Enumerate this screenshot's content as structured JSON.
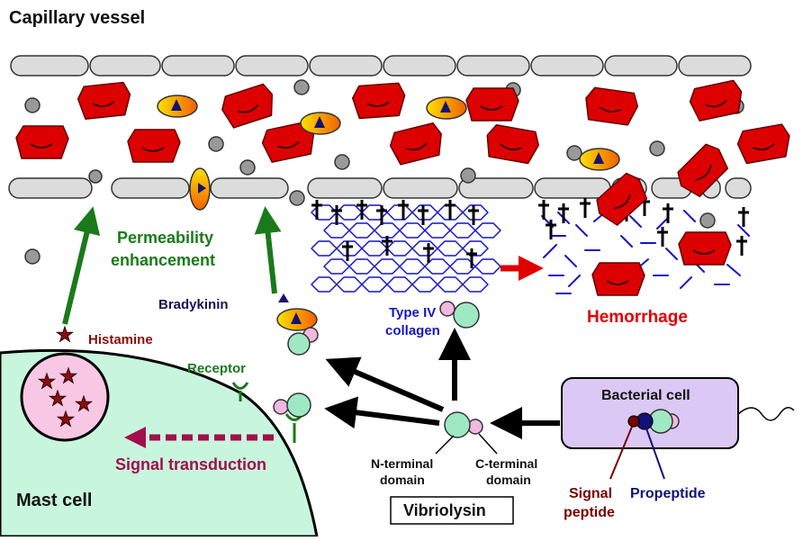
{
  "labels": {
    "capillary_vessel": "Capillary vessel",
    "permeability_line1": "Permeability",
    "permeability_line2": "enhancement",
    "bradykinin": "Bradykinin",
    "type_iv_line1": "Type IV",
    "type_iv_line2": "collagen",
    "hemorrhage": "Hemorrhage",
    "histamine": "Histamine",
    "receptor": "Receptor",
    "signal_transduction": "Signal transduction",
    "mast_cell": "Mast cell",
    "bacterial_cell": "Bacterial cell",
    "n_terminal_line1": "N-terminal",
    "n_terminal_line2": "domain",
    "c_terminal_line1": "C-terminal",
    "c_terminal_line2": "domain",
    "vibriolysin": "Vibriolysin",
    "signal_peptide_line1": "Signal",
    "signal_peptide_line2": "peptide",
    "propeptide": "Propeptide"
  },
  "colors": {
    "endothelial": "#dcdcdc",
    "red_blood_cell": "#dd0000",
    "platelet": "#999999",
    "collagen": "#1515c8",
    "green_arrow": "#1a7a1a",
    "mast_cell": "#c8f5de",
    "granule": "#f7c7e3",
    "star": "#8b0d0d",
    "bacterial_cell": "#dcc8f5",
    "vibriolysin_domain": "#9fe8c4",
    "c_domain": "#f0b8e0",
    "hemorrhage_text": "#e00000",
    "signal_transduction_arrow": "#a0104a",
    "bradykinin_text": "#14145a",
    "histamine_text": "#8b0d0d",
    "signal_peptide": "#7a0000",
    "propeptide": "#11117a"
  }
}
